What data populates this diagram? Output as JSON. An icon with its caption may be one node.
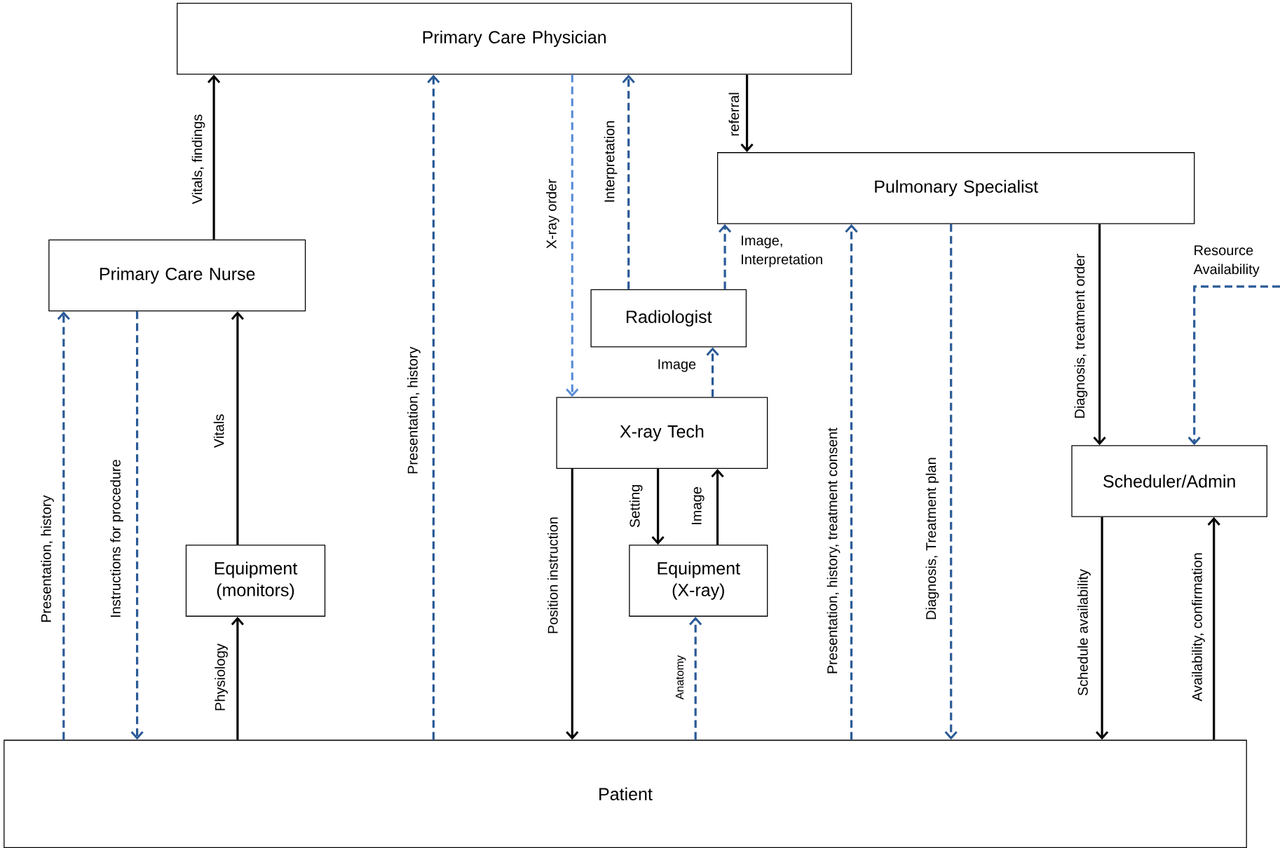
{
  "diagram": {
    "nodes": [
      {
        "text": [
          "Primary Care Physician"
        ]
      },
      {
        "text": [
          "Primary Care Nurse"
        ]
      },
      {
        "text": [
          "Pulmonary Specialist"
        ]
      },
      {
        "text": [
          "Radiologist"
        ]
      },
      {
        "text": [
          "X-ray Tech"
        ]
      },
      {
        "text": [
          "Scheduler/Admin"
        ]
      },
      {
        "text": [
          "Equipment (monitors)"
        ]
      },
      {
        "text": [
          "Equipment (X-ray)"
        ]
      },
      {
        "text": [
          "Patient"
        ]
      }
    ],
    "edges": [
      {
        "from": 1,
        "to": 0,
        "arrow": "to",
        "label": "Vitals, findings"
      },
      {
        "from": 8,
        "to": 0,
        "arrow": "to",
        "label": "Presentation, history",
        "style": "dashed",
        "color": "#2a5a96"
      },
      {
        "from": 0,
        "to": 4,
        "arrow": "to",
        "label": "X-ray order",
        "style": "dashed",
        "color": "#5b8ed6"
      },
      {
        "from": 3,
        "to": 0,
        "arrow": "to",
        "label": "Interpretation",
        "style": "dashed",
        "color": "#2a5a96"
      },
      {
        "from": 0,
        "to": 2,
        "arrow": "to",
        "label": "referral"
      },
      {
        "from": 3,
        "to": 2,
        "arrow": "to",
        "label": "Image, Interpretation",
        "style": "dashed",
        "color": "#2a5a96"
      },
      {
        "from": 8,
        "to": 1,
        "arrow": "to",
        "label": "Presentation, history",
        "style": "dashed",
        "color": "#2a5a96"
      },
      {
        "from": 1,
        "to": 8,
        "arrow": "to",
        "label": "Instructions for procedure",
        "style": "dashed",
        "color": "#2a5a96"
      },
      {
        "from": 6,
        "to": 1,
        "arrow": "to",
        "label": "Vitals"
      },
      {
        "from": 8,
        "to": 6,
        "arrow": "to",
        "label": "Physiology"
      },
      {
        "from": 4,
        "to": 3,
        "arrow": "to",
        "label": "Image",
        "style": "dashed",
        "color": "#2a5a96"
      },
      {
        "from": 4,
        "to": 8,
        "arrow": "to",
        "label": "Position instruction"
      },
      {
        "from": 4,
        "to": 7,
        "arrow": "to",
        "label": "Setting"
      },
      {
        "from": 7,
        "to": 4,
        "arrow": "to",
        "label": "Image"
      },
      {
        "from": 8,
        "to": 7,
        "arrow": "to",
        "label": "Anatomy",
        "style": "dashed",
        "color": "#2a5a96"
      },
      {
        "from": 8,
        "to": 2,
        "arrow": "to",
        "label": "Presentation, history, treatment consent",
        "style": "dashed",
        "color": "#2a5a96"
      },
      {
        "from": 2,
        "to": 8,
        "arrow": "to",
        "label": "Diagnosis, Treatment plan",
        "style": "dashed",
        "color": "#2a5a96"
      },
      {
        "from": 2,
        "to": 5,
        "arrow": "to",
        "label": "Diagnosis, treatment order"
      },
      {
        "from": null,
        "to": 5,
        "arrow": "to",
        "label": "Resource Availability",
        "style": "dashed",
        "color": "#2a5a96"
      },
      {
        "from": 5,
        "to": 8,
        "arrow": "to",
        "label": "Schedule availability"
      },
      {
        "from": 8,
        "to": 5,
        "arrow": "to",
        "label": "Availability, confirmation"
      }
    ]
  }
}
